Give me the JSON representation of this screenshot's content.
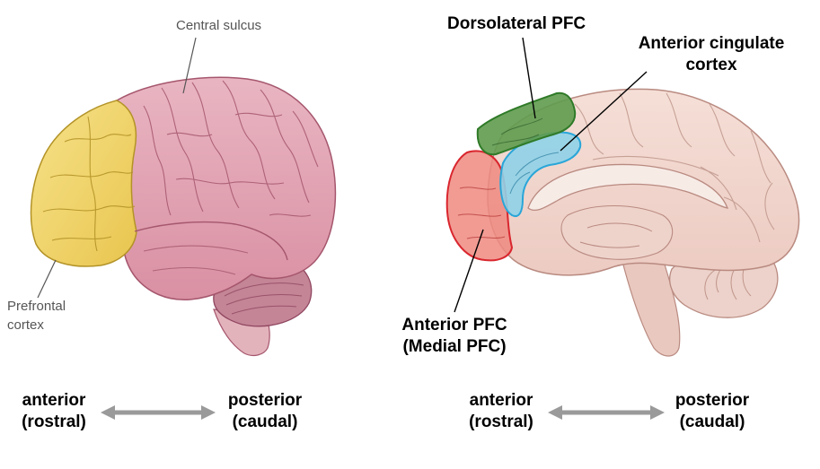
{
  "left_figure": {
    "labels": {
      "central_sulcus": "Central sulcus",
      "prefrontal_line1": "Prefrontal",
      "prefrontal_line2": "cortex"
    },
    "axis": {
      "anterior": "anterior",
      "anterior_alt": "(rostral)",
      "posterior": "posterior",
      "posterior_alt": "(caudal)"
    }
  },
  "right_figure": {
    "labels": {
      "dorsolateral": "Dorsolateral PFC",
      "acc_line1": "Anterior cingulate",
      "acc_line2": "cortex",
      "apfc_line1": "Anterior PFC",
      "apfc_line2": "(Medial PFC)"
    },
    "axis": {
      "anterior": "anterior",
      "anterior_alt": "(rostral)",
      "posterior": "posterior",
      "posterior_alt": "(caudal)"
    }
  },
  "colors": {
    "brain_pink": "#e3a9b6",
    "brain_outline": "#a5566d",
    "prefrontal_yellow": "#f2d56a",
    "medial_beige": "#f1d7cf",
    "dlpfc_green": "#5f9b4e",
    "acc_blue": "#8fd2e8",
    "apfc_red": "#ef8a80",
    "arrow_gray": "#9a9a9a"
  }
}
